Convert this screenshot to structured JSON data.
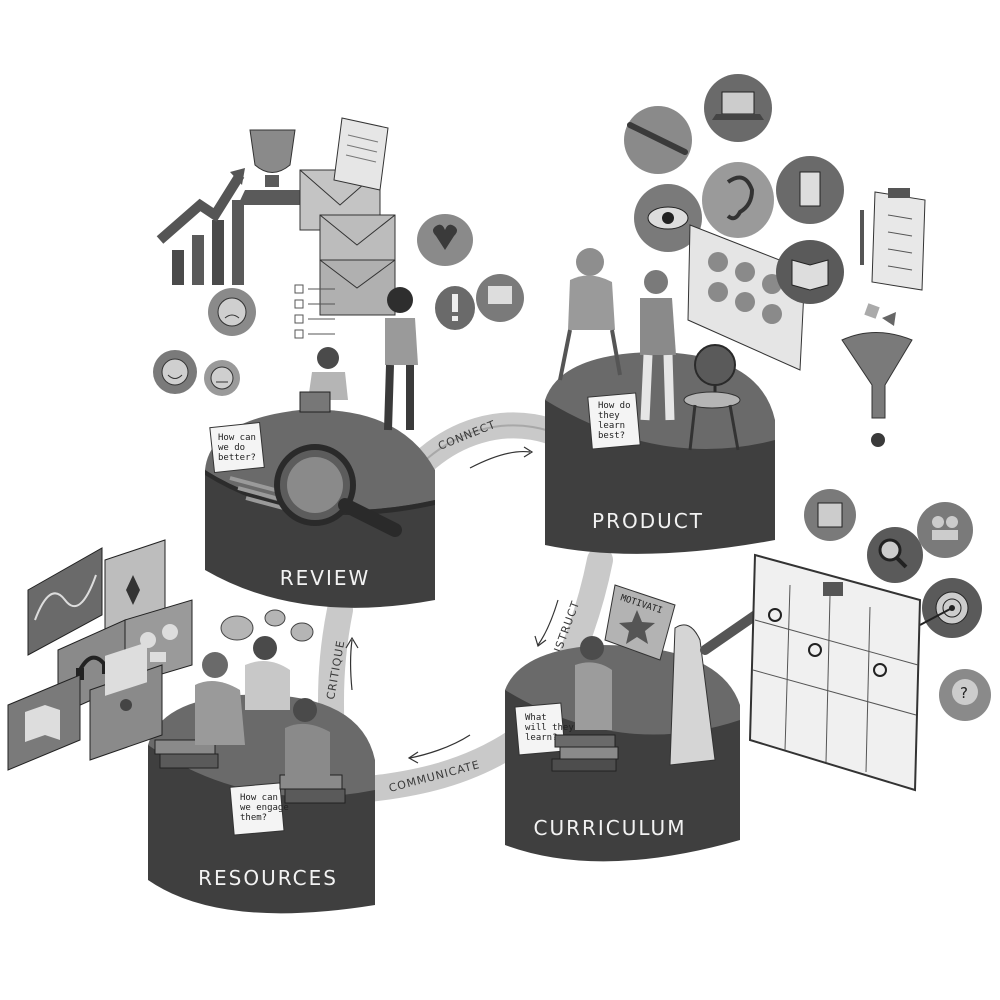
{
  "platforms": {
    "review": {
      "label": "REVIEW",
      "note": [
        "How can",
        "we do",
        "better?"
      ],
      "note2": [
        "How can",
        "we do",
        "better?"
      ]
    },
    "product": {
      "label": "PRODUCT",
      "note": [
        "How do",
        "they",
        "learn",
        "best?"
      ]
    },
    "curriculum": {
      "label": "CURRICULUM",
      "note": [
        "What",
        "will they",
        "learn?"
      ],
      "sign": "MOTIVATI"
    },
    "resources": {
      "label": "RESOURCES",
      "note": [
        "How can",
        "we engage",
        "them?"
      ]
    }
  },
  "connectors": {
    "connect": "CONNECT",
    "construct": "CONSTRUCT",
    "communicate": "COMMUNICATE",
    "critique": "CRITIQUE"
  },
  "icons": [
    "trophy-icon",
    "growth-chart-icon",
    "envelope-icon",
    "document-icon",
    "checklist-icon",
    "heart-icon",
    "exclamation-icon",
    "speech-bubble-icon",
    "sad-face-icon",
    "happy-face-icon",
    "neutral-face-icon",
    "magnifier-icon",
    "pencil-icon",
    "laptop-icon",
    "ear-icon",
    "eye-icon",
    "tablet-icon",
    "book-icon",
    "clipboard-icon",
    "funnel-icon",
    "globe-icon",
    "puzzle-icon",
    "search-icon",
    "team-icon",
    "target-icon",
    "question-icon",
    "chart-icon",
    "playing-card-icon",
    "headset-icon",
    "coffee-icon",
    "video-icon",
    "star-icon"
  ]
}
